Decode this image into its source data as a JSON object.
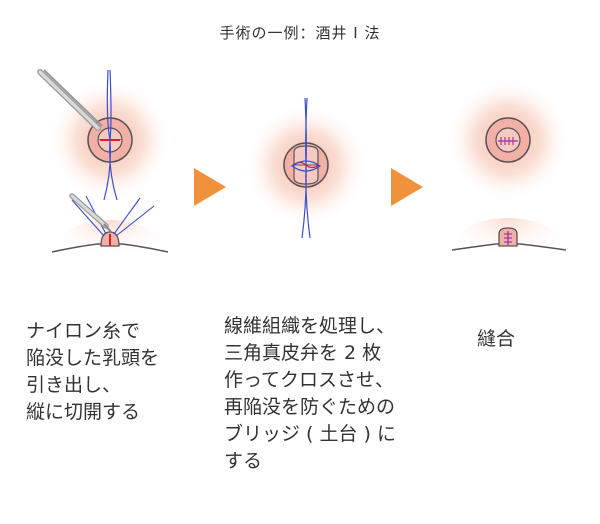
{
  "diagram": {
    "title": "手術の一例：酒井 I 法",
    "steps": [
      {
        "caption": "ナイロン糸で\n陥没した乳頭を\n引き出し、\n縦に切開する"
      },
      {
        "caption": "線維組織を処理し、\n三角真皮弁を 2 枚\n作ってクロスさせ、\n再陥没を防ぐための\nブリッジ ( 土台 ) に\nする"
      },
      {
        "caption": "縫合"
      }
    ],
    "colors": {
      "skin_glow": "#fbe0d6",
      "areola": "#f3b0a6",
      "nipple": "#f7c9c0",
      "outline": "#555555",
      "suture": "#3a4fd1",
      "incision": "#e02020",
      "stitch": "#9a2fa0",
      "arrow": "#f0913c",
      "instrument": "#bfbfbf"
    },
    "icons": [
      "scalpel-icon",
      "forceps-icon",
      "arrow-right-icon"
    ]
  }
}
